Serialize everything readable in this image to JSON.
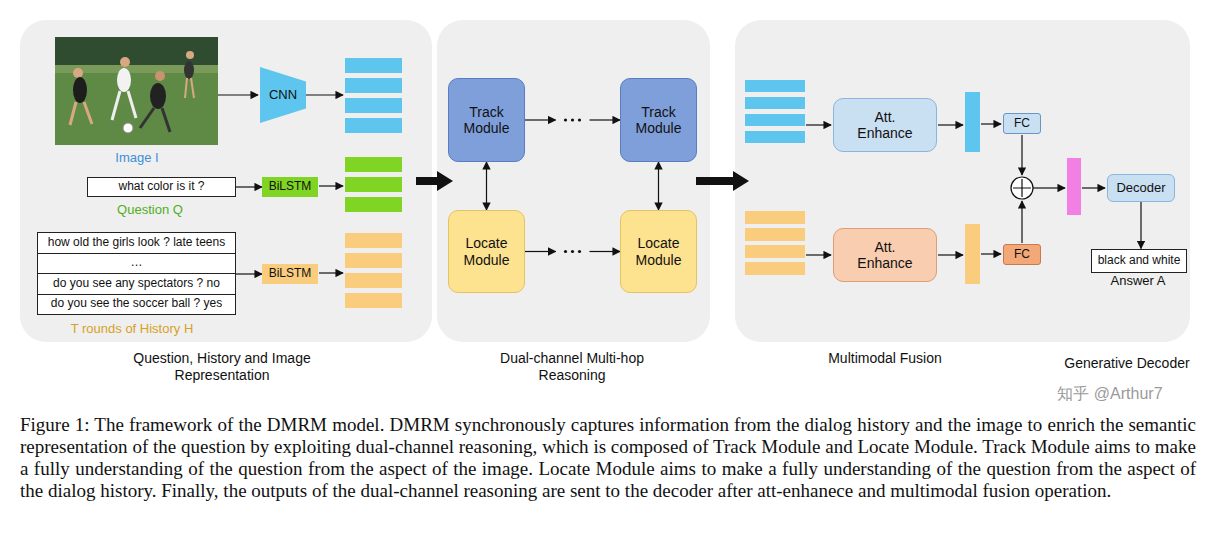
{
  "diagram": {
    "caption": "Figure 1: The framework of the DMRM model. DMRM synchronously captures information from the dialog history and the image to enrich the semantic representation of the question by exploiting dual-channel reasoning, which is composed of Track Module and Locate Module. Track Module aims to make a fully understanding of the question from the aspect of the image. Locate Module aims to make a fully understanding of the question from the aspect of the dialog history. Finally, the outputs of the dual-channel reasoning are sent to the decoder after att-enhanece and multimodal fusion operation.",
    "nodes": [
      {
        "text": [
          "Question, History and Image Representation"
        ]
      },
      {
        "text": [
          "CNN"
        ],
        "in": 0
      },
      {
        "text": [
          "what color is it ?"
        ],
        "in": 0
      },
      {
        "text": [
          "how old the girls look ? late teens",
          "…",
          "do you see any spectators ? no",
          "do you see the soccer ball ? yes"
        ],
        "in": 0
      },
      {
        "text": [
          "BiLSTM"
        ],
        "in": 0
      },
      {
        "text": [
          "BiLSTM"
        ],
        "in": 0
      },
      {
        "text": [
          "Dual-channel Multi-hop Reasoning"
        ]
      },
      {
        "text": [
          "Track Module"
        ],
        "in": 6
      },
      {
        "text": [
          "Track Module"
        ],
        "in": 6
      },
      {
        "text": [
          "Locate Module"
        ],
        "in": 6
      },
      {
        "text": [
          "Locate Module"
        ],
        "in": 6
      },
      {
        "text": [
          "Multimodal Fusion"
        ]
      },
      {
        "text": [
          "Att. Enhance"
        ],
        "in": 11
      },
      {
        "text": [
          "Att. Enhance"
        ],
        "in": 11
      },
      {
        "text": [
          "FC"
        ],
        "in": 11
      },
      {
        "text": [
          "FC"
        ],
        "in": 11
      },
      {
        "text": [
          "Decoder"
        ],
        "in": 11
      },
      {
        "text": [
          "black and white"
        ],
        "in": 11
      }
    ],
    "edges": [
      {
        "from": 2,
        "to": 4,
        "arrow": "to"
      },
      {
        "from": 3,
        "to": 5,
        "arrow": "to"
      },
      {
        "from": 0,
        "to": 6,
        "arrow": "to"
      },
      {
        "from": 7,
        "to": 8,
        "arrow": "to"
      },
      {
        "from": 9,
        "to": 10,
        "arrow": "to"
      },
      {
        "from": 7,
        "to": 9,
        "arrow": "both"
      },
      {
        "from": 8,
        "to": 10,
        "arrow": "both"
      },
      {
        "from": 6,
        "to": 11,
        "arrow": "to"
      },
      {
        "from": 16,
        "to": 17,
        "arrow": "to"
      }
    ],
    "labels": [
      "Image I",
      "Question Q",
      "T rounds of History H",
      "Answer A",
      "Generative Decoder",
      "知乎 @Arthur7"
    ]
  }
}
